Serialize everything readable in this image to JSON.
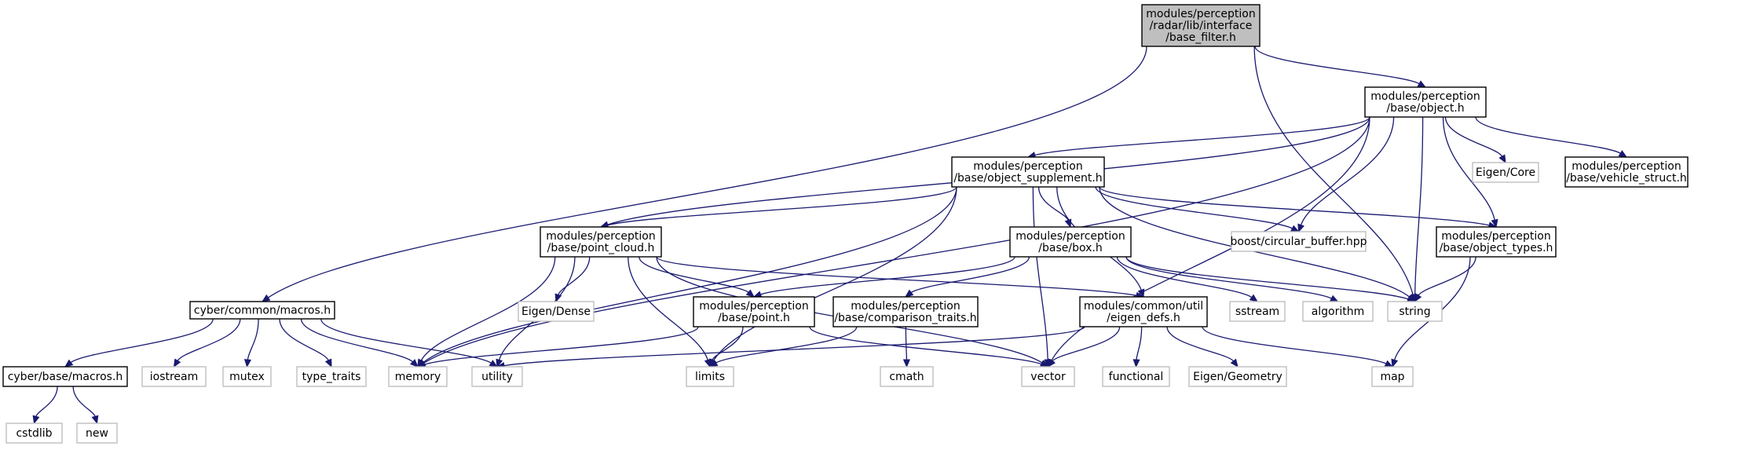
{
  "graph": {
    "type": "include-dependency-graph",
    "nodes": [
      {
        "id": "base_filter",
        "lines": [
          "modules/perception",
          "/radar/lib/interface",
          "/base_filter.h"
        ],
        "style": "root"
      },
      {
        "id": "object",
        "lines": [
          "modules/perception",
          "/base/object.h"
        ],
        "style": "dark"
      },
      {
        "id": "macros_common",
        "lines": [
          "cyber/common/macros.h"
        ],
        "style": "dark"
      },
      {
        "id": "object_supplement",
        "lines": [
          "modules/perception",
          "/base/object_supplement.h"
        ],
        "style": "dark"
      },
      {
        "id": "eigen_core",
        "lines": [
          "Eigen/Core"
        ],
        "style": "grey"
      },
      {
        "id": "vehicle_struct",
        "lines": [
          "modules/perception",
          "/base/vehicle_struct.h"
        ],
        "style": "dark"
      },
      {
        "id": "point_cloud",
        "lines": [
          "modules/perception",
          "/base/point_cloud.h"
        ],
        "style": "dark"
      },
      {
        "id": "box",
        "lines": [
          "modules/perception",
          "/base/box.h"
        ],
        "style": "dark"
      },
      {
        "id": "circular_buffer",
        "lines": [
          "boost/circular_buffer.hpp"
        ],
        "style": "grey"
      },
      {
        "id": "object_types",
        "lines": [
          "modules/perception",
          "/base/object_types.h"
        ],
        "style": "dark"
      },
      {
        "id": "eigen_dense",
        "lines": [
          "Eigen/Dense"
        ],
        "style": "grey"
      },
      {
        "id": "point",
        "lines": [
          "modules/perception",
          "/base/point.h"
        ],
        "style": "dark"
      },
      {
        "id": "comparison_traits",
        "lines": [
          "modules/perception",
          "/base/comparison_traits.h"
        ],
        "style": "dark"
      },
      {
        "id": "eigen_defs",
        "lines": [
          "modules/common/util",
          "/eigen_defs.h"
        ],
        "style": "dark"
      },
      {
        "id": "sstream",
        "lines": [
          "sstream"
        ],
        "style": "grey"
      },
      {
        "id": "algorithm",
        "lines": [
          "algorithm"
        ],
        "style": "grey"
      },
      {
        "id": "string",
        "lines": [
          "string"
        ],
        "style": "grey"
      },
      {
        "id": "macros_base",
        "lines": [
          "cyber/base/macros.h"
        ],
        "style": "dark"
      },
      {
        "id": "iostream",
        "lines": [
          "iostream"
        ],
        "style": "grey"
      },
      {
        "id": "mutex",
        "lines": [
          "mutex"
        ],
        "style": "grey"
      },
      {
        "id": "type_traits",
        "lines": [
          "type_traits"
        ],
        "style": "grey"
      },
      {
        "id": "memory",
        "lines": [
          "memory"
        ],
        "style": "grey"
      },
      {
        "id": "utility",
        "lines": [
          "utility"
        ],
        "style": "grey"
      },
      {
        "id": "limits",
        "lines": [
          "limits"
        ],
        "style": "grey"
      },
      {
        "id": "cmath",
        "lines": [
          "cmath"
        ],
        "style": "grey"
      },
      {
        "id": "vector",
        "lines": [
          "vector"
        ],
        "style": "grey"
      },
      {
        "id": "functional",
        "lines": [
          "functional"
        ],
        "style": "grey"
      },
      {
        "id": "eigen_geometry",
        "lines": [
          "Eigen/Geometry"
        ],
        "style": "grey"
      },
      {
        "id": "map",
        "lines": [
          "map"
        ],
        "style": "grey"
      },
      {
        "id": "cstdlib",
        "lines": [
          "cstdlib"
        ],
        "style": "grey"
      },
      {
        "id": "new",
        "lines": [
          "new"
        ],
        "style": "grey"
      }
    ],
    "edges": [
      [
        "base_filter",
        "macros_common"
      ],
      [
        "base_filter",
        "object"
      ],
      [
        "base_filter",
        "string"
      ],
      [
        "object",
        "memory"
      ],
      [
        "object",
        "point_cloud"
      ],
      [
        "object",
        "object_supplement"
      ],
      [
        "object",
        "eigen_core"
      ],
      [
        "object",
        "vehicle_struct"
      ],
      [
        "object",
        "circular_buffer"
      ],
      [
        "object",
        "object_types"
      ],
      [
        "object",
        "string"
      ],
      [
        "object",
        "vector"
      ],
      [
        "object_supplement",
        "memory"
      ],
      [
        "object_supplement",
        "point_cloud"
      ],
      [
        "object_supplement",
        "limits"
      ],
      [
        "object_supplement",
        "vector"
      ],
      [
        "object_supplement",
        "eigen_defs"
      ],
      [
        "object_supplement",
        "box"
      ],
      [
        "object_supplement",
        "circular_buffer"
      ],
      [
        "object_supplement",
        "object_types"
      ],
      [
        "object_supplement",
        "string"
      ],
      [
        "point_cloud",
        "memory"
      ],
      [
        "point_cloud",
        "utility"
      ],
      [
        "point_cloud",
        "limits"
      ],
      [
        "point_cloud",
        "eigen_dense"
      ],
      [
        "point_cloud",
        "point"
      ],
      [
        "point_cloud",
        "eigen_defs"
      ],
      [
        "point_cloud",
        "vector"
      ],
      [
        "box",
        "point"
      ],
      [
        "box",
        "comparison_traits"
      ],
      [
        "box",
        "sstream"
      ],
      [
        "box",
        "algorithm"
      ],
      [
        "box",
        "string"
      ],
      [
        "object_types",
        "string"
      ],
      [
        "object_types",
        "map"
      ],
      [
        "point",
        "memory"
      ],
      [
        "point",
        "limits"
      ],
      [
        "point",
        "vector"
      ],
      [
        "comparison_traits",
        "limits"
      ],
      [
        "comparison_traits",
        "cmath"
      ],
      [
        "eigen_defs",
        "utility"
      ],
      [
        "eigen_defs",
        "vector"
      ],
      [
        "eigen_defs",
        "functional"
      ],
      [
        "eigen_defs",
        "eigen_geometry"
      ],
      [
        "eigen_defs",
        "map"
      ],
      [
        "macros_common",
        "macros_base"
      ],
      [
        "macros_common",
        "iostream"
      ],
      [
        "macros_common",
        "mutex"
      ],
      [
        "macros_common",
        "type_traits"
      ],
      [
        "macros_common",
        "memory"
      ],
      [
        "macros_common",
        "utility"
      ],
      [
        "macros_base",
        "cstdlib"
      ],
      [
        "macros_base",
        "new"
      ]
    ]
  }
}
